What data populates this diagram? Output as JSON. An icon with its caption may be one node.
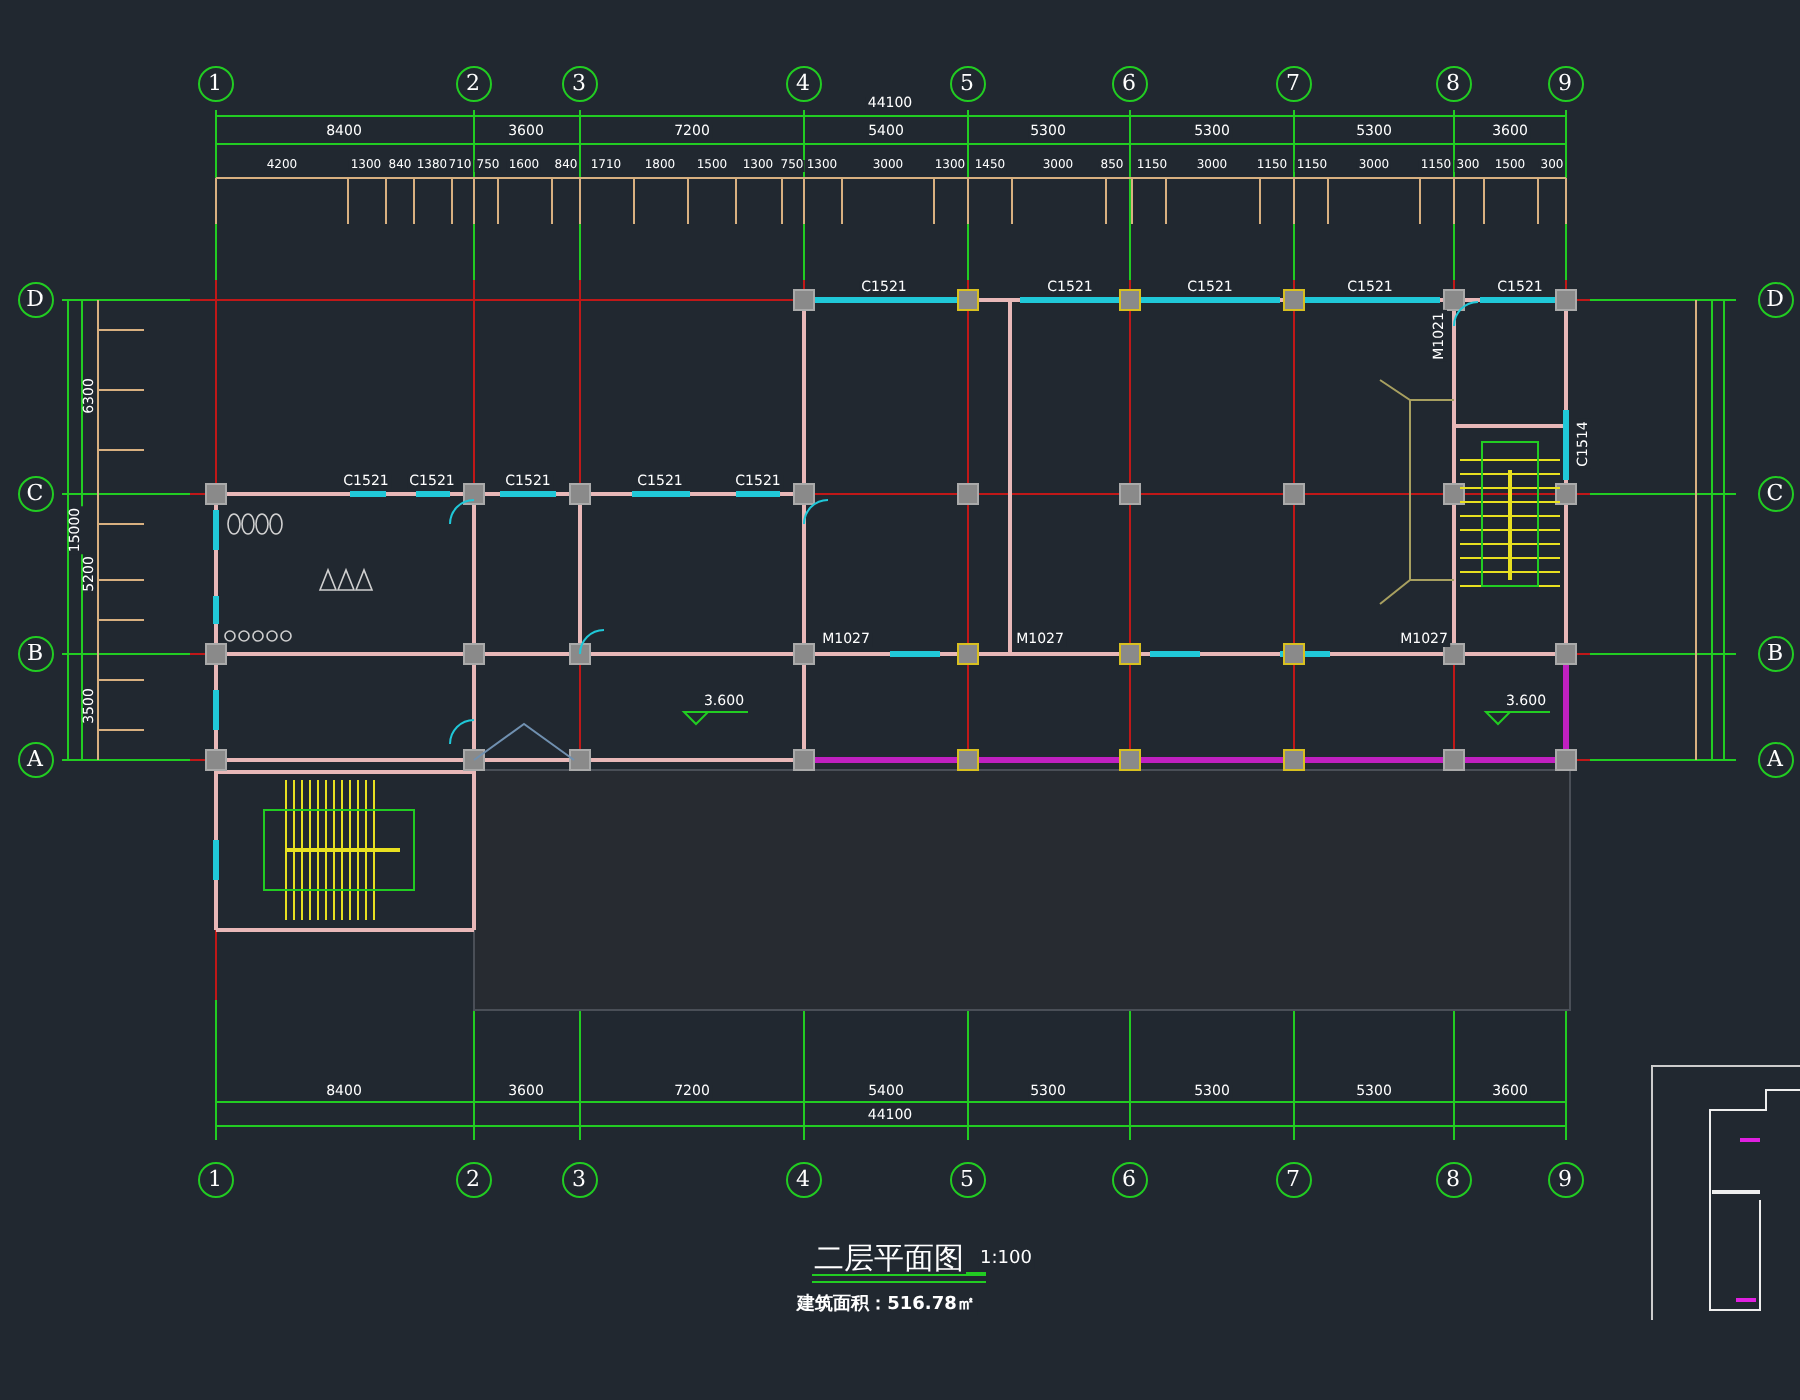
{
  "diagram": {
    "title": "二层平面图",
    "nodes": [
      {
        "text": [
          "1"
        ]
      },
      {
        "text": [
          "2"
        ]
      },
      {
        "text": [
          "3"
        ]
      },
      {
        "text": [
          "4"
        ]
      },
      {
        "text": [
          "5"
        ]
      },
      {
        "text": [
          "6"
        ]
      },
      {
        "text": [
          "7"
        ]
      },
      {
        "text": [
          "8"
        ]
      },
      {
        "text": [
          "9"
        ]
      },
      {
        "text": [
          "1"
        ]
      },
      {
        "text": [
          "2"
        ]
      },
      {
        "text": [
          "3"
        ]
      },
      {
        "text": [
          "4"
        ]
      },
      {
        "text": [
          "5"
        ]
      },
      {
        "text": [
          "6"
        ]
      },
      {
        "text": [
          "7"
        ]
      },
      {
        "text": [
          "8"
        ]
      },
      {
        "text": [
          "9"
        ]
      },
      {
        "text": [
          "D"
        ]
      },
      {
        "text": [
          "C"
        ]
      },
      {
        "text": [
          "B"
        ]
      },
      {
        "text": [
          "A"
        ]
      },
      {
        "text": [
          "D"
        ]
      },
      {
        "text": [
          "C"
        ]
      },
      {
        "text": [
          "B"
        ]
      },
      {
        "text": [
          "A"
        ]
      }
    ],
    "edges": [],
    "labels": [
      "44100",
      "8400",
      "3600",
      "7200",
      "5400",
      "5300",
      "5300",
      "5300",
      "3600",
      "4200",
      "1300",
      "840",
      "1380",
      "710",
      "750",
      "1600",
      "840",
      "1710",
      "1800",
      "1500",
      "1300",
      "750",
      "1300",
      "3000",
      "1300",
      "1450",
      "3000",
      "850",
      "1150",
      "3000",
      "1150",
      "1150",
      "3000",
      "1150",
      "300",
      "1500",
      "300",
      "6300",
      "5200",
      "3500",
      "15000",
      "C1521",
      "C1521",
      "C1521",
      "C1521",
      "C1521",
      "C1521",
      "C1521",
      "C1521",
      "C1521",
      "C1521",
      "M1027",
      "M1027",
      "M1027",
      "M1021",
      "C1514",
      "3.600",
      "3.600",
      "8400",
      "3600",
      "7200",
      "5400",
      "5300",
      "5300",
      "5300",
      "3600",
      "44100",
      "1:100",
      "建筑面积：516.78㎡"
    ]
  }
}
